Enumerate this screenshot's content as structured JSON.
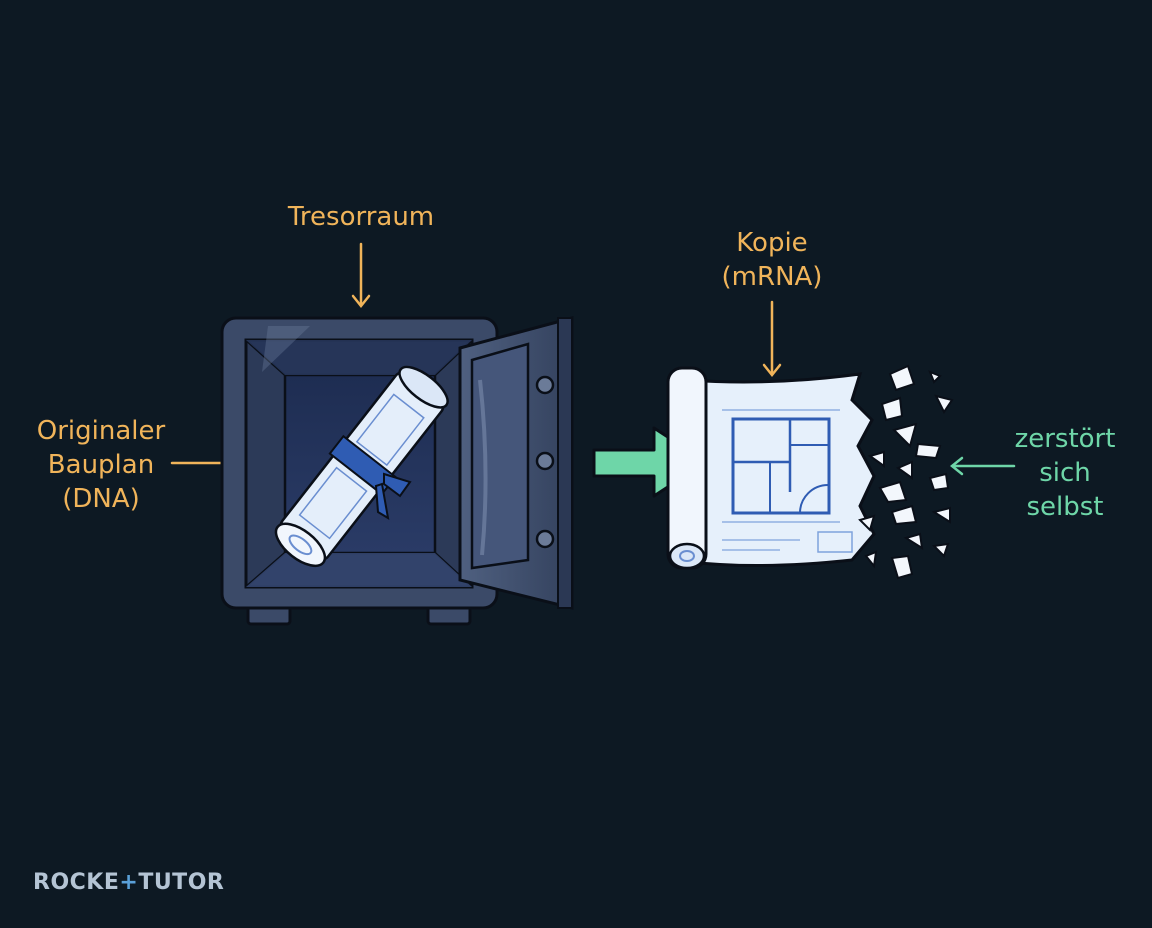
{
  "labels": {
    "vault": "Tresorraum",
    "copy_line1": "Kopie",
    "copy_line2": "(mRNA)",
    "original_line1": "Originaler",
    "original_line2": "Bauplan",
    "original_line3": "(DNA)",
    "destroy_line1": "zerstört",
    "destroy_line2": "sich",
    "destroy_line3": "selbst"
  },
  "logo": {
    "part1": "ROCKE",
    "plus": "+",
    "part2": "TUTOR"
  },
  "colors": {
    "background": "#0d1923",
    "label_orange": "#f0b45a",
    "label_green": "#6ed6a8",
    "arrow_green": "#6ed6a8",
    "safe_body": "#3b4a68",
    "safe_interior": "#22335a",
    "blueprint_paper": "#e6f0fb",
    "blueprint_lines": "#2f5cb3"
  },
  "icons": {
    "safe": "safe-icon",
    "scroll": "rolled-blueprint-icon",
    "blueprint": "blueprint-sheet-icon",
    "fragments": "paper-fragments-icon"
  }
}
